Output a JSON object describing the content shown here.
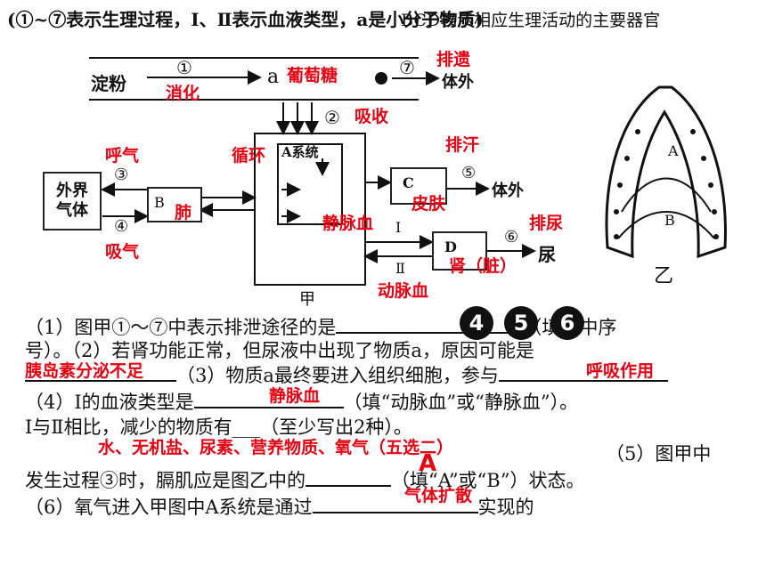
{
  "header": {
    "legend": "(①~⑦表示生理过程，Ⅰ、Ⅱ表示血液类型，a是小分子物质)",
    "organs": "BCD表示相应生理活动的主要器官"
  },
  "diagram_jia": {
    "starch": "淀粉",
    "a": "a",
    "n1": "①",
    "n2": "②",
    "n3": "③",
    "n4": "④",
    "n5": "⑤",
    "n6": "⑥",
    "n7": "⑦",
    "outside_1": "体外",
    "outside_2": "体外",
    "urine": "尿",
    "external_air": "外界气体",
    "B": "B",
    "C": "C",
    "D": "D",
    "A_system": "A系统",
    "roman_1": "Ⅰ",
    "roman_2": "Ⅱ",
    "caption": "甲"
  },
  "diagram_yi": {
    "A": "A",
    "B": "B",
    "caption": "乙"
  },
  "annotations": {
    "digestion": "消化",
    "glucose": "葡萄糖",
    "egestion": "排遗",
    "absorption": "吸收",
    "exhale": "呼气",
    "circulation": "循环",
    "sweat": "排汗",
    "lung": "肺",
    "skin": "皮肤",
    "venous": "静脉血",
    "urinate": "排尿",
    "inhale": "吸气",
    "kidney": "肾（脏）",
    "arterial": "动脉血"
  },
  "questions": {
    "q1a": "（1）图甲①～⑦中表示排泄途径的是",
    "q1b": "（填图中序",
    "q1c": "号）。（2）若肾功能正常，但尿液中出现了物质a，原因可能是",
    "q3": "（3）物质a最终要进入组织细胞，参与",
    "q4a": "（4）Ⅰ的血液类型是",
    "q4b": "（填“动脉血”或“静脉血”）。",
    "q4c": "Ⅰ与Ⅱ相比，减少的物质有___（至少写出2种）。",
    "q5a": "（5）图甲中",
    "q5b": "发生过程③时，膈肌应是图乙中的",
    "q5c": "（填“A”或“B”）状态。",
    "q6a": "（6）氧气进入甲图中A系统是通过",
    "q6b": "实现的"
  },
  "answers": {
    "badge_1": "4",
    "badge_2": "5",
    "badge_3": "6",
    "a2": "胰岛素分泌不足",
    "a3": "呼吸作用",
    "a4": "静脉血",
    "a4b": "水、无机盐、尿素、营养物质、氧气（五选二）",
    "a5": "A",
    "a6": "气体扩散"
  }
}
